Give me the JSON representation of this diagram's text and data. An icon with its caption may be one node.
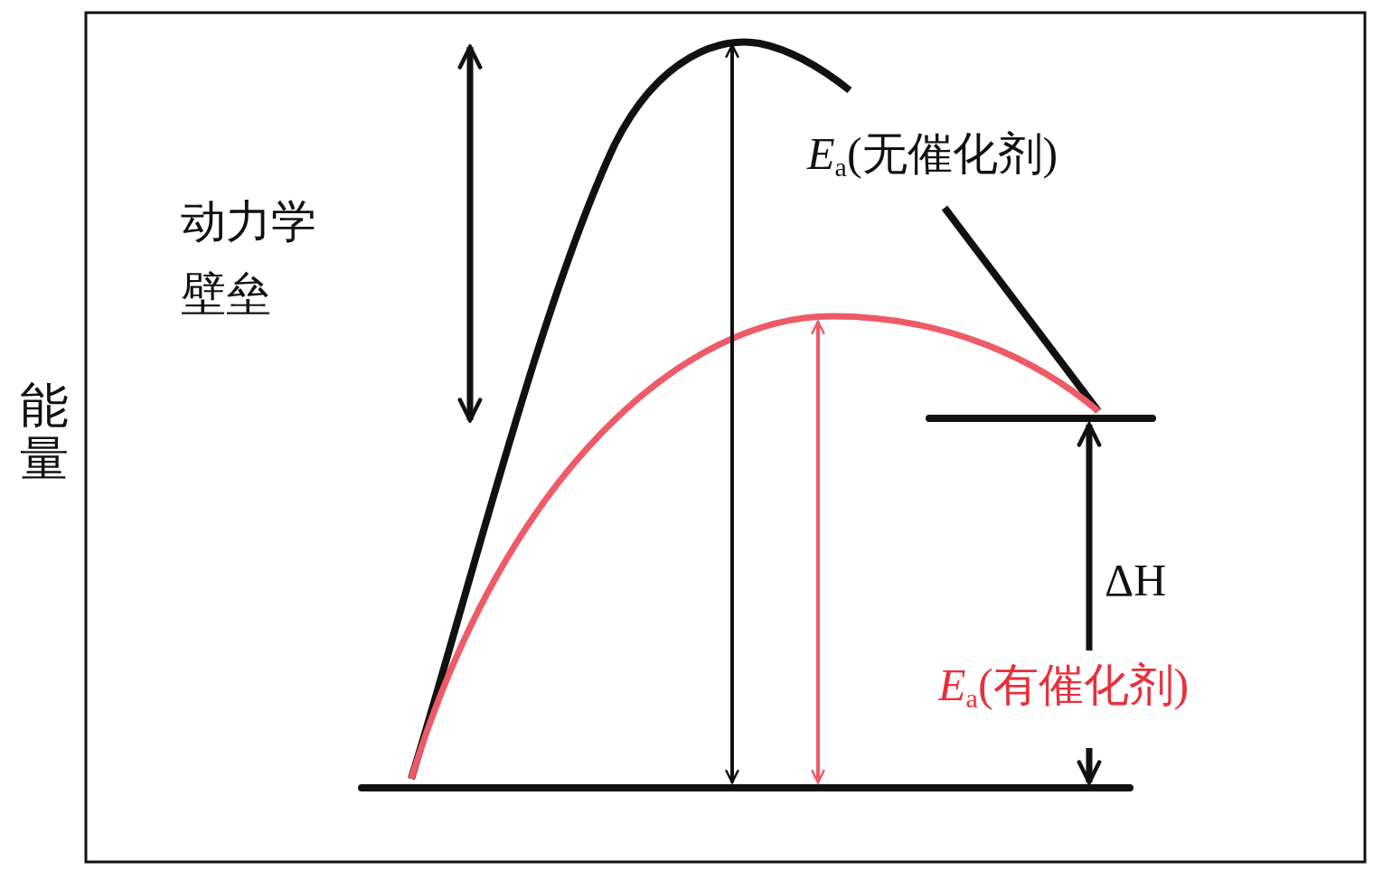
{
  "diagram": {
    "labels": [
      "能量",
      "动力学壁垒",
      "*E*$_{a}$(无催化剂)",
      "ΔH",
      "*E*$_{a}$(有催化剂)"
    ]
  }
}
